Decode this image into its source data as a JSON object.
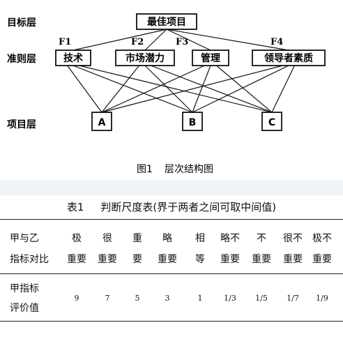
{
  "diagram": {
    "levels": {
      "goal": "目标层",
      "criteria": "准则层",
      "project": "项目层"
    },
    "goal_node": "最佳项目",
    "criteria_nodes": [
      {
        "id": "F1",
        "label": "技术"
      },
      {
        "id": "F2",
        "label": "市场潜力"
      },
      {
        "id": "F3",
        "label": "管理"
      },
      {
        "id": "F4",
        "label": "领导者素质"
      }
    ],
    "project_nodes": [
      "A",
      "B",
      "C"
    ],
    "caption_prefix": "图1",
    "caption": "层次结构图"
  },
  "table": {
    "title_num": "表1",
    "title": "判断尺度表(界于两者之间可取中间值)",
    "row1_label_lines": [
      "甲与乙",
      "指标对比"
    ],
    "columns": [
      [
        "极",
        "重要"
      ],
      [
        "很",
        "重要"
      ],
      [
        "重",
        "要"
      ],
      [
        "略",
        "重要"
      ],
      [
        "相",
        "等"
      ],
      [
        "略不",
        "重要"
      ],
      [
        "不",
        "重要"
      ],
      [
        "很不",
        "重要"
      ],
      [
        "极不",
        "重要"
      ]
    ],
    "row2_label_lines": [
      "甲指标",
      "评价值"
    ],
    "values": [
      "9",
      "7",
      "5",
      "3",
      "1",
      "1/3",
      "1/5",
      "1/7",
      "1/9"
    ]
  }
}
